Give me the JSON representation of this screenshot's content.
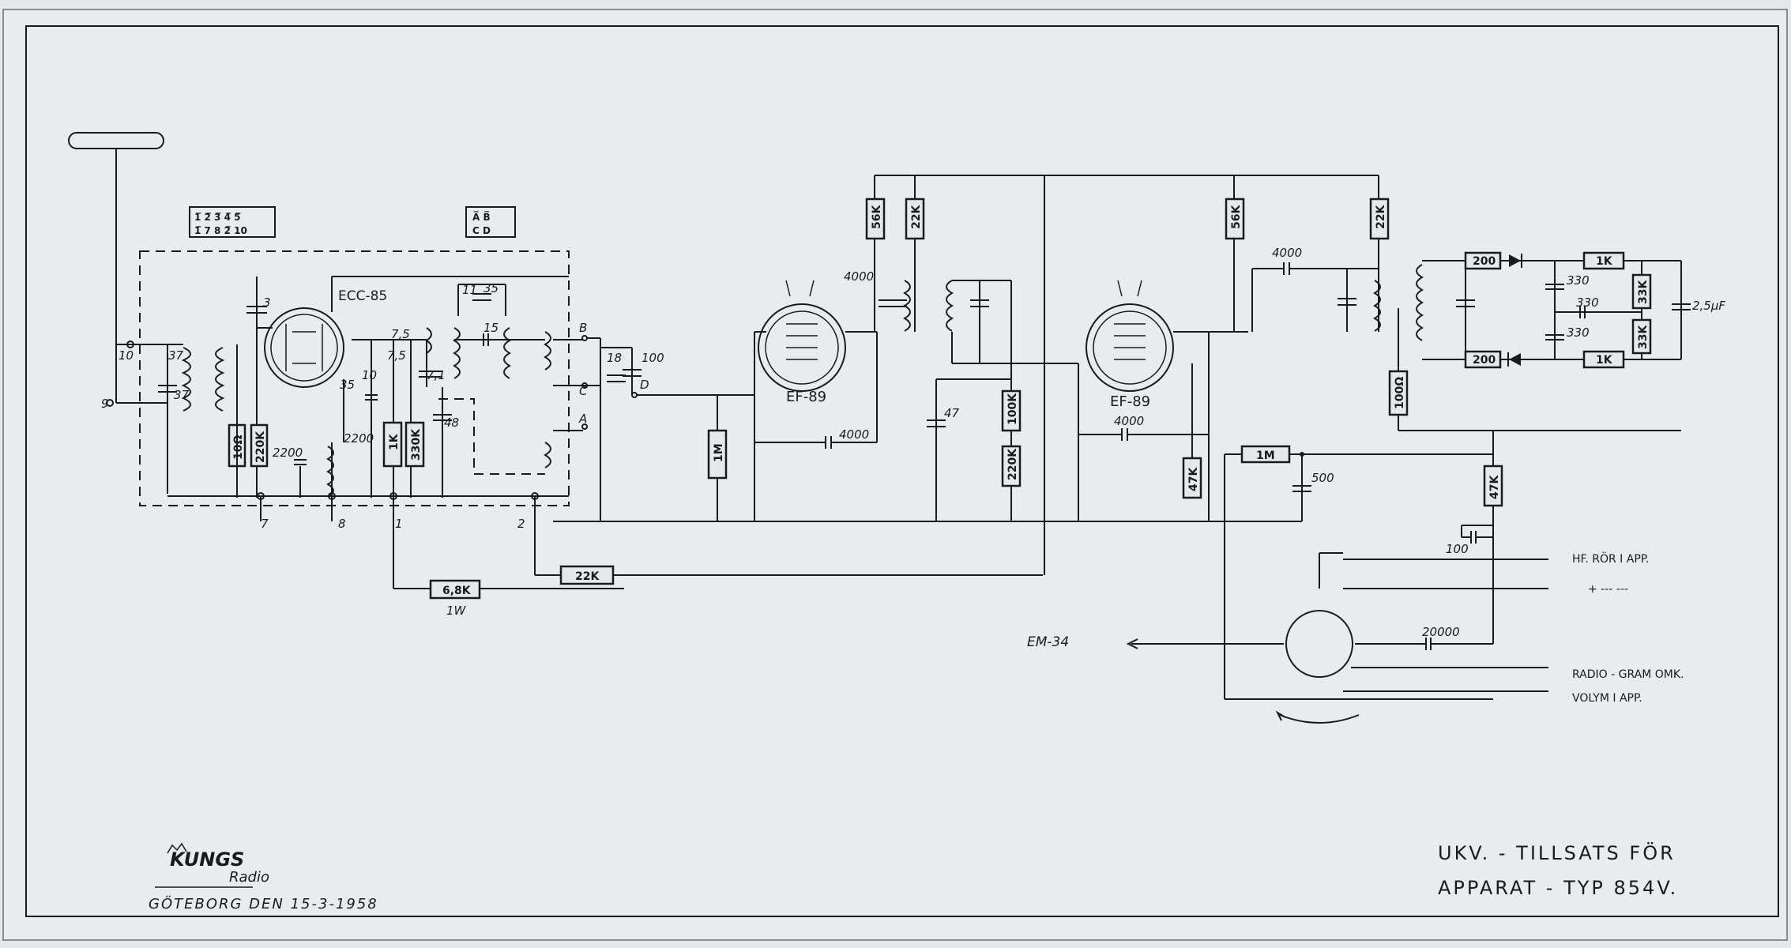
{
  "title_line1": "UKV. - TILLSATS  FÖR",
  "title_line2": "APPARAT - TYP   854V.",
  "footer_place_date": "GÖTEBORG  DEN  15-3-1958",
  "logo": {
    "brand": "KUNGS",
    "sub": "Radio"
  },
  "tubes": {
    "mixer": "ECC-85",
    "if1": "EF-89",
    "if2": "EF-89",
    "indicator": "EM-34"
  },
  "resistors": {
    "r10": "10Ω",
    "r220k_a": "220K",
    "r1k_a": "1K",
    "r330k": "330K",
    "r1m_a": "1M",
    "r56k_a": "56K",
    "r22k_a": "22K",
    "r100k": "100K",
    "r220k_b": "220K",
    "r56k_b": "56K",
    "r22k_b": "22K",
    "r47k_a": "47K",
    "r1m_b": "1M",
    "r47k_b": "47K",
    "r200_a": "200",
    "r200_b": "200",
    "r1k_b": "1K",
    "r1k_c": "1K",
    "r33k_a": "33K",
    "r33k_b": "33K",
    "r100_c": "100Ω",
    "r22k_c": "22K",
    "r68k": "6,8K",
    "r68k_w": "1W"
  },
  "capacitors": {
    "c37a": "37",
    "c37b": "37",
    "c3": "3",
    "c35": "35",
    "c10": "10",
    "c75a": "7,5",
    "c75b": "7,5",
    "c71": "7,1",
    "c48": "48",
    "c15": "15",
    "c11": "11",
    "c35b": "35",
    "c2200a": "2200",
    "c2200b": "2200",
    "c18": "18",
    "c100a": "100",
    "c4000a": "4000",
    "c4000b": "4000",
    "c47": "47",
    "c4000c": "4000",
    "c4000d": "4000",
    "c500": "500",
    "c330a": "330",
    "c330b": "330",
    "c330c": "330",
    "c25": "2,5μF",
    "c100b": "100",
    "c20000": "20000"
  },
  "terminals": {
    "t10": "10",
    "t9": "9",
    "t7": "7",
    "t8": "8",
    "t1": "1",
    "t2": "2",
    "tb": "B",
    "tc": "C",
    "ta": "A",
    "td": "D"
  },
  "switch_codes": {
    "box1_row1": "1̅ 2̅  3̅  4̅ 5̅",
    "box1_row2": "1̅ 7  8 2̅ 10",
    "box2_row1": "A̅ B̅",
    "box2_row2": "C D"
  },
  "connections": {
    "hf": "HF.  RÖR  I APP.",
    "plus": "+   ---   ---",
    "radio_gram": "RADIO - GRAM  OMK.",
    "volym": "VOLYM  I APP."
  }
}
